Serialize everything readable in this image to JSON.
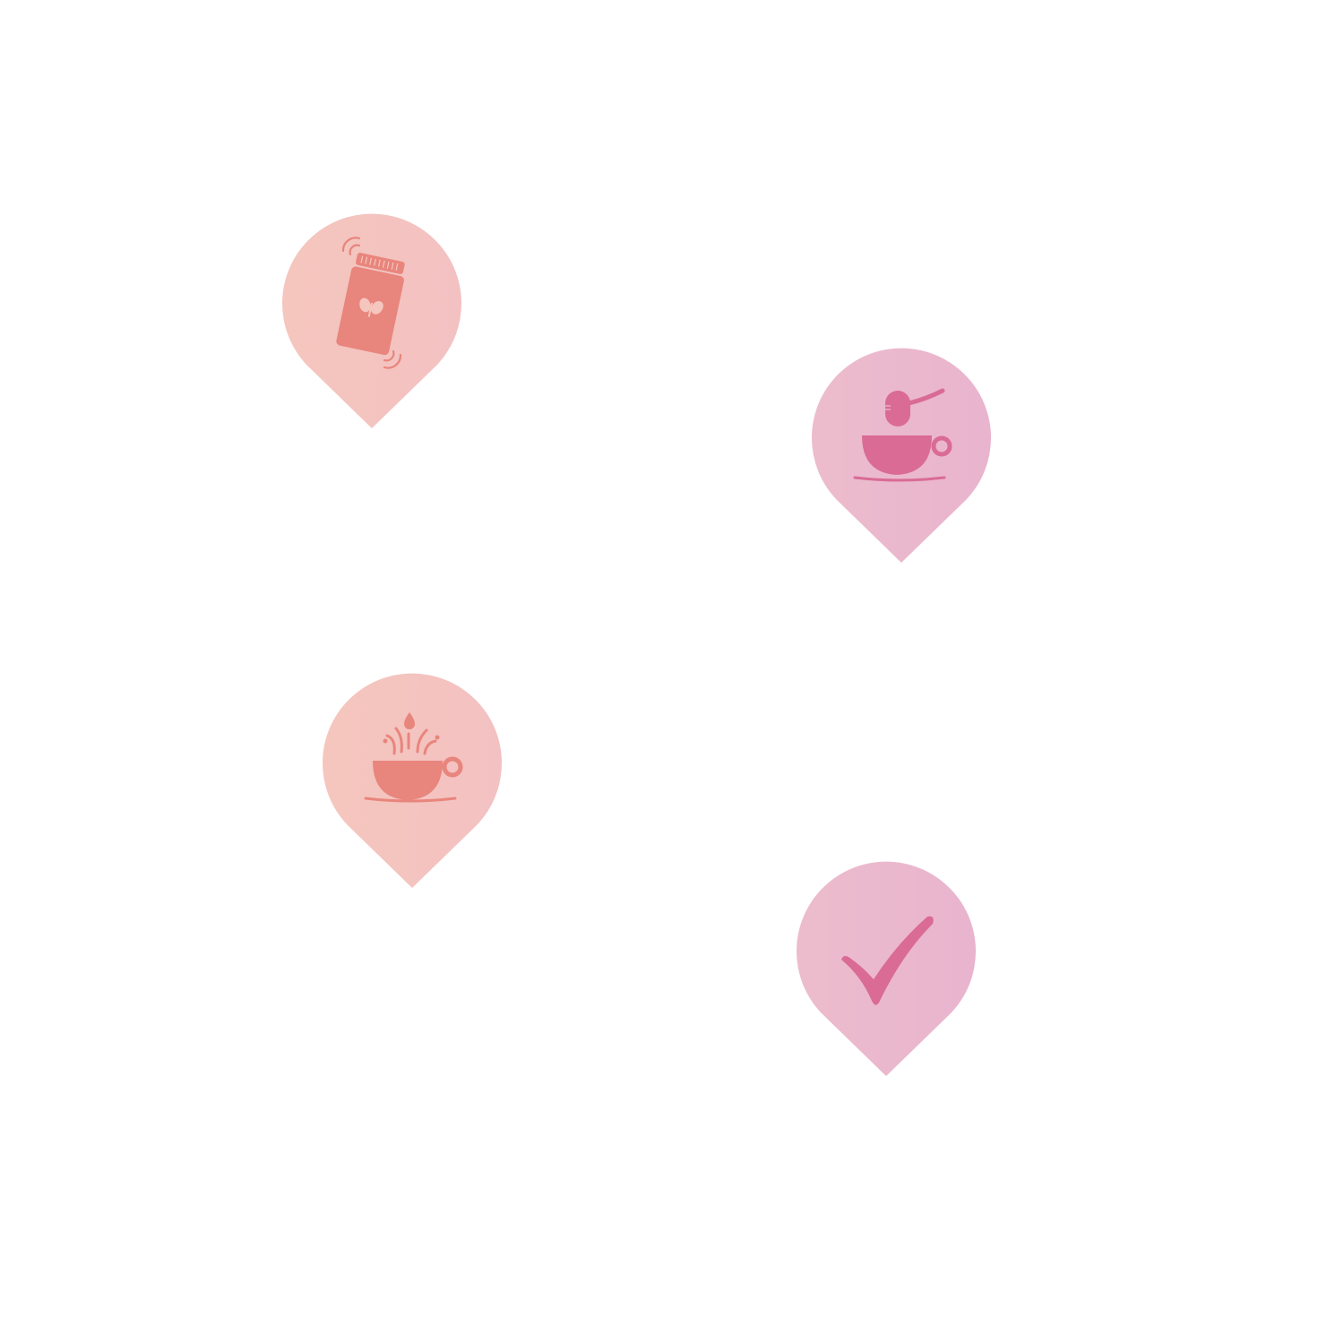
{
  "colors": {
    "coral_pin_light": "#f5c6bd",
    "coral_pin_dark": "#f3c1c2",
    "coral_icon": "#e8857d",
    "pink_pin_light": "#ecbccc",
    "pink_pin_dark": "#e9b4ce",
    "pink_icon": "#d96b95",
    "background": "#ffffff"
  },
  "steps": [
    {
      "icon": "shaking-jar-icon",
      "theme": "coral"
    },
    {
      "icon": "scoop-into-cup-icon",
      "theme": "pink"
    },
    {
      "icon": "pour-water-cup-icon",
      "theme": "coral"
    },
    {
      "icon": "checkmark-icon",
      "theme": "pink"
    }
  ]
}
